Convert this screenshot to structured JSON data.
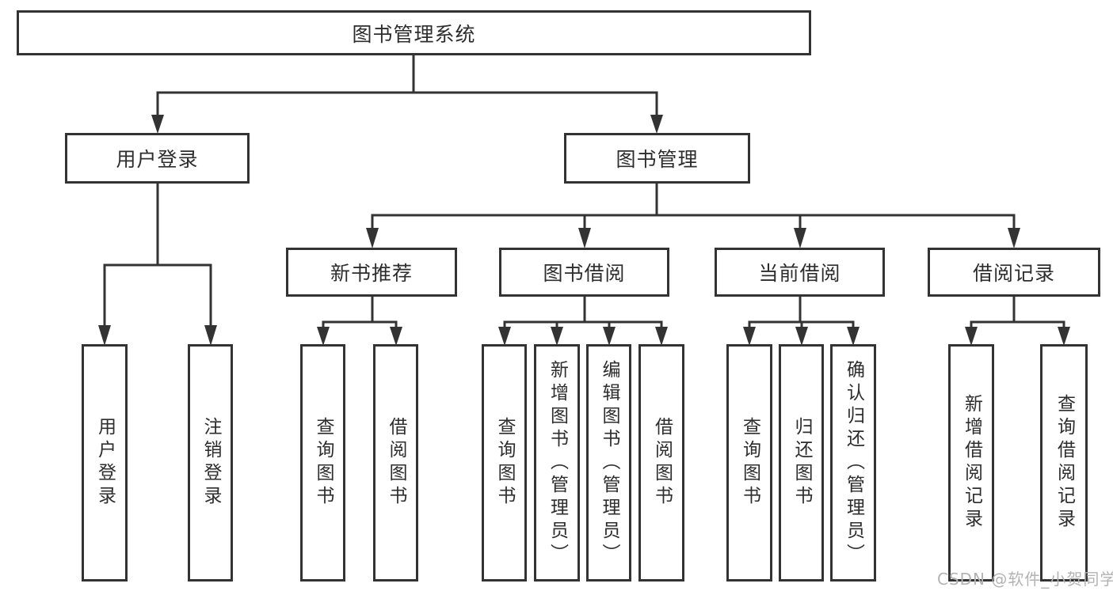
{
  "diagram": {
    "root": {
      "label": "图书管理系统"
    },
    "level2": [
      {
        "label": "用户登录"
      },
      {
        "label": "图书管理"
      }
    ],
    "level3": [
      {
        "label": "新书推荐"
      },
      {
        "label": "图书借阅"
      },
      {
        "label": "当前借阅"
      },
      {
        "label": "借阅记录"
      }
    ],
    "leaves": {
      "user": [
        {
          "label": "用户登录"
        },
        {
          "label": "注销登录"
        }
      ],
      "recommend": [
        {
          "label": "查询图书"
        },
        {
          "label": "借阅图书"
        }
      ],
      "borrow": [
        {
          "label": "查询图书"
        },
        {
          "label": "新增图书（管理员）"
        },
        {
          "label": "编辑图书（管理员）"
        },
        {
          "label": "借阅图书"
        }
      ],
      "current": [
        {
          "label": "查询图书"
        },
        {
          "label": "归还图书"
        },
        {
          "label": "确认归还（管理员）"
        }
      ],
      "records": [
        {
          "label": "新增借阅记录"
        },
        {
          "label": "查询借阅记录"
        }
      ]
    }
  },
  "watermark": {
    "text": "CSDN @软件_小贺同学"
  },
  "colors": {
    "line": "#333333",
    "box_background": "#ffffff",
    "text": "#2d2d2d",
    "watermark": "#b3b3b3"
  }
}
